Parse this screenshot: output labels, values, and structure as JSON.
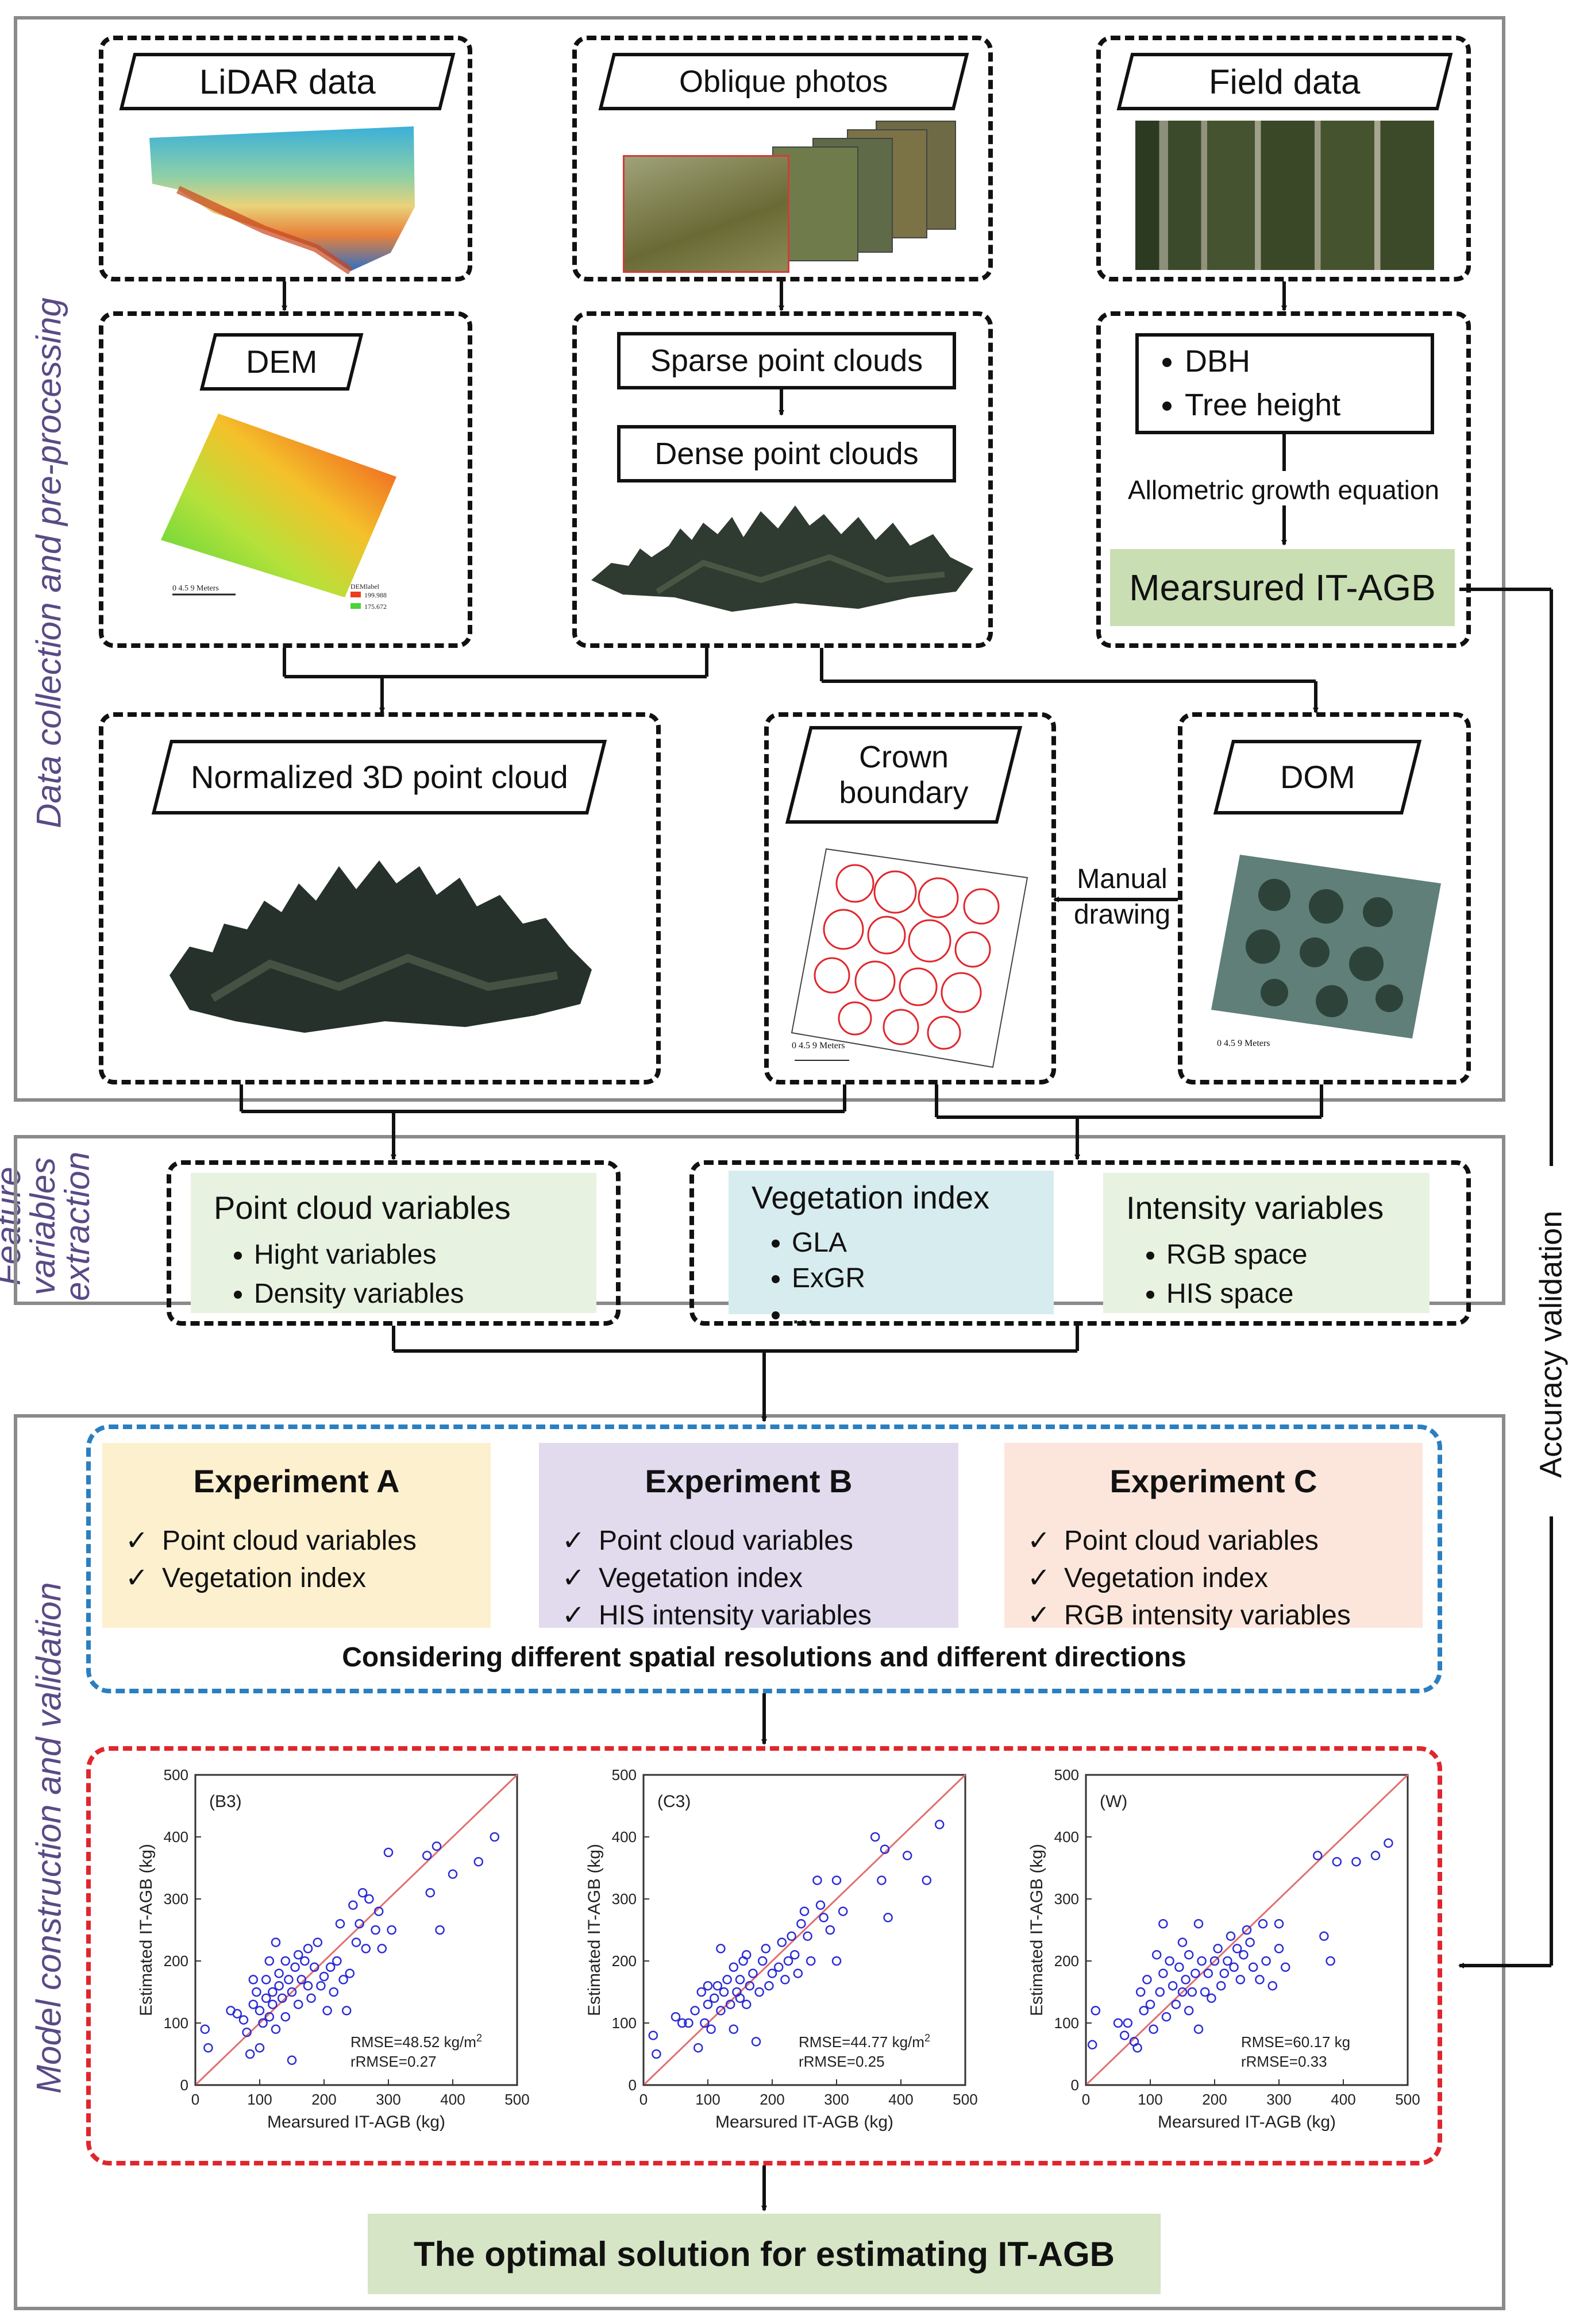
{
  "side_labels": {
    "data_collection": "Data collection and pre-processing",
    "feature_extraction": "Feature variables extraction",
    "model": "Model construction and validation",
    "accuracy": "Accuracy validation"
  },
  "sources": {
    "lidar": "LiDAR data",
    "oblique": "Oblique photos",
    "field": "Field data"
  },
  "preprocess": {
    "dem": "DEM",
    "sparse": "Sparse point clouds",
    "dense": "Dense point clouds",
    "field_items": [
      "DBH",
      "Tree height"
    ],
    "allometric": "Allometric growth equation",
    "measured": "Mearsured IT-AGB"
  },
  "dem_map": {
    "scale": "0      4.5       9 Meters",
    "legend_title": "DEMlabel",
    "legend_high": "199.988",
    "legend_low": "175.672"
  },
  "products": {
    "normalized": "Normalized 3D point cloud",
    "crown": "Crown boundary",
    "dom": "DOM",
    "manual": "Manual drawing",
    "crown_scale": "0    4.5    9 Meters",
    "dom_scale": "0    4.5    9 Meters"
  },
  "features": {
    "point_cloud": {
      "title": "Point cloud variables",
      "items": [
        "Hight variables",
        "Density variables"
      ]
    },
    "vegetation": {
      "title": "Vegetation index",
      "items": [
        "GLA",
        "ExGR",
        "..."
      ]
    },
    "intensity": {
      "title": "Intensity variables",
      "items": [
        "RGB space",
        "HIS space"
      ]
    }
  },
  "experiments": [
    {
      "title": "Experiment A",
      "items": [
        "Point cloud variables",
        "Vegetation index"
      ],
      "color": "#fdf0cf"
    },
    {
      "title": "Experiment B",
      "items": [
        "Point cloud variables",
        "Vegetation index",
        "HIS intensity variables"
      ],
      "color": "#e2dbee"
    },
    {
      "title": "Experiment C",
      "items": [
        "Point cloud variables",
        "Vegetation index",
        "RGB intensity variables"
      ],
      "color": "#fce6dc"
    }
  ],
  "experiments_note": "Considering different spatial resolutions and different directions",
  "optimal": "The optimal solution for estimating IT-AGB",
  "colors": {
    "feature_green": "#e8f2e1",
    "veg_blue": "#d7ecef",
    "measured_green": "#c9deb3",
    "optimal_green": "#d5e5c5",
    "point_blue": "#2b2bd6",
    "line_red": "#e07070"
  },
  "chart_data": [
    {
      "type": "scatter",
      "label": "(B3)",
      "xlabel": "Mearsured IT-AGB (kg)",
      "ylabel": "Estimated IT-AGB (kg)",
      "xlim": [
        0,
        500
      ],
      "ylim": [
        0,
        500
      ],
      "xticks": [
        "0",
        "100",
        "200",
        "300",
        "400",
        "500"
      ],
      "yticks": [
        "0",
        "100",
        "200",
        "300",
        "400",
        "500"
      ],
      "stats": [
        "RMSE=48.52 kg/m",
        "rRMSE=0.27"
      ],
      "stats_sup": "2",
      "points": [
        [
          15,
          90
        ],
        [
          20,
          60
        ],
        [
          55,
          120
        ],
        [
          65,
          115
        ],
        [
          75,
          105
        ],
        [
          80,
          85
        ],
        [
          85,
          50
        ],
        [
          90,
          170
        ],
        [
          90,
          130
        ],
        [
          95,
          150
        ],
        [
          100,
          120
        ],
        [
          100,
          60
        ],
        [
          105,
          100
        ],
        [
          110,
          140
        ],
        [
          110,
          170
        ],
        [
          115,
          110
        ],
        [
          115,
          200
        ],
        [
          120,
          150
        ],
        [
          120,
          130
        ],
        [
          125,
          230
        ],
        [
          125,
          90
        ],
        [
          130,
          180
        ],
        [
          130,
          160
        ],
        [
          135,
          140
        ],
        [
          140,
          200
        ],
        [
          140,
          110
        ],
        [
          145,
          170
        ],
        [
          150,
          150
        ],
        [
          150,
          40
        ],
        [
          155,
          190
        ],
        [
          160,
          210
        ],
        [
          160,
          130
        ],
        [
          165,
          170
        ],
        [
          170,
          200
        ],
        [
          175,
          160
        ],
        [
          175,
          220
        ],
        [
          180,
          140
        ],
        [
          185,
          190
        ],
        [
          190,
          230
        ],
        [
          195,
          160
        ],
        [
          200,
          175
        ],
        [
          205,
          120
        ],
        [
          210,
          190
        ],
        [
          215,
          150
        ],
        [
          220,
          200
        ],
        [
          225,
          260
        ],
        [
          230,
          170
        ],
        [
          235,
          120
        ],
        [
          240,
          180
        ],
        [
          245,
          290
        ],
        [
          250,
          230
        ],
        [
          255,
          260
        ],
        [
          260,
          310
        ],
        [
          265,
          220
        ],
        [
          270,
          300
        ],
        [
          280,
          250
        ],
        [
          285,
          280
        ],
        [
          290,
          220
        ],
        [
          300,
          375
        ],
        [
          305,
          250
        ],
        [
          360,
          370
        ],
        [
          365,
          310
        ],
        [
          375,
          385
        ],
        [
          380,
          250
        ],
        [
          400,
          340
        ],
        [
          440,
          360
        ],
        [
          465,
          400
        ]
      ]
    },
    {
      "type": "scatter",
      "label": "(C3)",
      "xlabel": "Mearsured IT-AGB (kg)",
      "ylabel": "Estimated IT-AGB (kg)",
      "xlim": [
        0,
        500
      ],
      "ylim": [
        0,
        500
      ],
      "xticks": [
        "0",
        "100",
        "200",
        "300",
        "400",
        "500"
      ],
      "yticks": [
        "0",
        "100",
        "200",
        "300",
        "400",
        "500"
      ],
      "stats": [
        "RMSE=44.77 kg/m",
        "rRMSE=0.25"
      ],
      "stats_sup": "2",
      "points": [
        [
          15,
          80
        ],
        [
          20,
          50
        ],
        [
          50,
          110
        ],
        [
          60,
          100
        ],
        [
          70,
          100
        ],
        [
          80,
          120
        ],
        [
          85,
          60
        ],
        [
          90,
          150
        ],
        [
          95,
          100
        ],
        [
          100,
          160
        ],
        [
          100,
          130
        ],
        [
          105,
          90
        ],
        [
          110,
          140
        ],
        [
          115,
          160
        ],
        [
          120,
          120
        ],
        [
          120,
          220
        ],
        [
          125,
          150
        ],
        [
          130,
          170
        ],
        [
          135,
          130
        ],
        [
          140,
          190
        ],
        [
          140,
          90
        ],
        [
          145,
          150
        ],
        [
          150,
          170
        ],
        [
          150,
          140
        ],
        [
          155,
          200
        ],
        [
          160,
          130
        ],
        [
          160,
          210
        ],
        [
          165,
          160
        ],
        [
          170,
          180
        ],
        [
          175,
          70
        ],
        [
          180,
          150
        ],
        [
          185,
          200
        ],
        [
          190,
          220
        ],
        [
          195,
          160
        ],
        [
          200,
          180
        ],
        [
          210,
          190
        ],
        [
          215,
          230
        ],
        [
          220,
          170
        ],
        [
          225,
          200
        ],
        [
          230,
          240
        ],
        [
          235,
          210
        ],
        [
          240,
          180
        ],
        [
          245,
          260
        ],
        [
          250,
          280
        ],
        [
          255,
          240
        ],
        [
          260,
          200
        ],
        [
          270,
          330
        ],
        [
          275,
          290
        ],
        [
          280,
          270
        ],
        [
          290,
          250
        ],
        [
          300,
          330
        ],
        [
          300,
          200
        ],
        [
          310,
          280
        ],
        [
          360,
          400
        ],
        [
          370,
          330
        ],
        [
          375,
          380
        ],
        [
          380,
          270
        ],
        [
          410,
          370
        ],
        [
          440,
          330
        ],
        [
          460,
          420
        ]
      ]
    },
    {
      "type": "scatter",
      "label": "(W)",
      "xlabel": "Mearsured IT-AGB (kg)",
      "ylabel": "Estimated IT-AGB (kg)",
      "xlim": [
        0,
        500
      ],
      "ylim": [
        0,
        500
      ],
      "xticks": [
        "0",
        "100",
        "200",
        "300",
        "400",
        "500"
      ],
      "yticks": [
        "0",
        "100",
        "200",
        "300",
        "400",
        "500"
      ],
      "stats": [
        "RMSE=60.17 kg",
        "rRMSE=0.33"
      ],
      "stats_sup": "",
      "points": [
        [
          10,
          65
        ],
        [
          15,
          120
        ],
        [
          50,
          100
        ],
        [
          60,
          80
        ],
        [
          65,
          100
        ],
        [
          75,
          70
        ],
        [
          80,
          60
        ],
        [
          85,
          150
        ],
        [
          90,
          120
        ],
        [
          95,
          170
        ],
        [
          100,
          130
        ],
        [
          105,
          90
        ],
        [
          110,
          210
        ],
        [
          115,
          150
        ],
        [
          120,
          180
        ],
        [
          120,
          260
        ],
        [
          125,
          110
        ],
        [
          130,
          200
        ],
        [
          135,
          160
        ],
        [
          140,
          130
        ],
        [
          145,
          190
        ],
        [
          150,
          150
        ],
        [
          150,
          230
        ],
        [
          155,
          170
        ],
        [
          160,
          210
        ],
        [
          160,
          120
        ],
        [
          165,
          150
        ],
        [
          170,
          180
        ],
        [
          175,
          90
        ],
        [
          175,
          260
        ],
        [
          180,
          200
        ],
        [
          185,
          150
        ],
        [
          190,
          180
        ],
        [
          195,
          140
        ],
        [
          200,
          200
        ],
        [
          205,
          220
        ],
        [
          210,
          160
        ],
        [
          215,
          180
        ],
        [
          220,
          200
        ],
        [
          225,
          240
        ],
        [
          230,
          190
        ],
        [
          235,
          220
        ],
        [
          240,
          170
        ],
        [
          245,
          210
        ],
        [
          250,
          250
        ],
        [
          255,
          230
        ],
        [
          260,
          190
        ],
        [
          270,
          170
        ],
        [
          275,
          260
        ],
        [
          280,
          200
        ],
        [
          290,
          160
        ],
        [
          300,
          220
        ],
        [
          300,
          260
        ],
        [
          310,
          190
        ],
        [
          360,
          370
        ],
        [
          370,
          240
        ],
        [
          380,
          200
        ],
        [
          390,
          360
        ],
        [
          420,
          360
        ],
        [
          450,
          370
        ],
        [
          470,
          390
        ]
      ]
    }
  ]
}
